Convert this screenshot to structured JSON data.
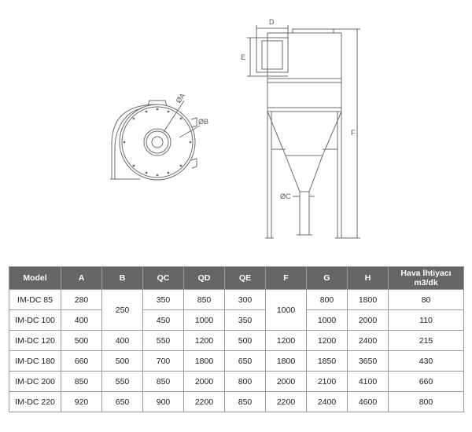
{
  "drawing": {
    "labels": {
      "a": "ØA",
      "b": "ØB",
      "c": "ØC",
      "d": "D",
      "e": "E",
      "f": "F"
    }
  },
  "table": {
    "headers": [
      "Model",
      "A",
      "B",
      "QC",
      "QD",
      "QE",
      "F",
      "G",
      "H",
      "Hava İhtiyacı m3/dk"
    ],
    "rows": [
      {
        "model": "IM-DC 85",
        "a": "280",
        "qc": "350",
        "qd": "850",
        "qe": "300",
        "g": "800",
        "h": "1800",
        "air": "80"
      },
      {
        "model": "IM-DC 100",
        "a": "400",
        "qc": "450",
        "qd": "1000",
        "qe": "350",
        "g": "1000",
        "h": "2000",
        "air": "110"
      },
      {
        "model": "IM-DC 120",
        "a": "500",
        "b": "400",
        "qc": "550",
        "qd": "1200",
        "qe": "500",
        "f": "1200",
        "g": "1200",
        "h": "2400",
        "air": "215"
      },
      {
        "model": "IM-DC 180",
        "a": "660",
        "b": "500",
        "qc": "700",
        "qd": "1800",
        "qe": "650",
        "f": "1800",
        "g": "1850",
        "h": "3650",
        "air": "430"
      },
      {
        "model": "IM-DC 200",
        "a": "850",
        "b": "550",
        "qc": "850",
        "qd": "2000",
        "qe": "800",
        "f": "2000",
        "g": "2100",
        "h": "4100",
        "air": "660"
      },
      {
        "model": "IM-DC 220",
        "a": "920",
        "b": "650",
        "qc": "900",
        "qd": "2200",
        "qe": "850",
        "f": "2200",
        "g": "2400",
        "h": "4600",
        "air": "800"
      }
    ],
    "merged": {
      "b_rows_1_2": "250",
      "f_rows_1_2": "1000"
    }
  }
}
